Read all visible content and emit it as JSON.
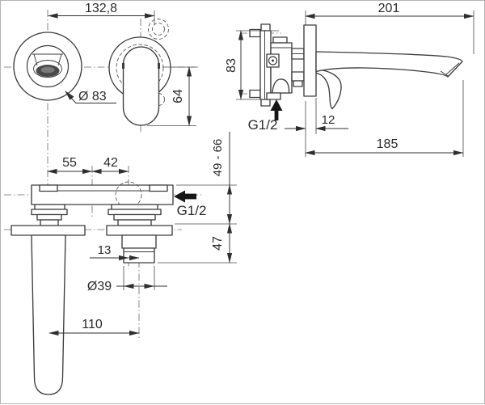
{
  "drawing": {
    "front_view": {
      "width": "132,8",
      "handle_height": "64",
      "escutcheon_diameter": "Ø 83"
    },
    "side_view": {
      "total_projection": "201",
      "body_height": "83",
      "inlet_thread": "G1/2",
      "plate_thickness": "12",
      "spout_projection": "185"
    },
    "plan_view": {
      "spout_to_fixing": "55",
      "fixing_to_cartridge": "42",
      "outlet_thread": "G1/2",
      "installation_depth_range": "49 - 66",
      "depth_below_wall": "47",
      "axis_offset": "13",
      "connector_diameter": "Ø39",
      "axis_distance": "110"
    },
    "colors": {
      "line": "#3d3d3d",
      "dimension": "#2f2f2f",
      "centerline": "#6f6f6f",
      "arrow_solid": "#161616",
      "aerator_fill": "#4a4a4a",
      "background": "#ffffff"
    }
  }
}
